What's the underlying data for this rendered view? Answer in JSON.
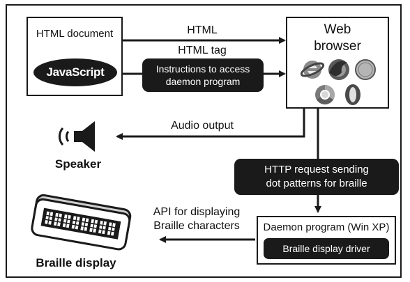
{
  "html_doc": {
    "title": "HTML document",
    "js_label": "JavaScript"
  },
  "browser": {
    "title_line1": "Web",
    "title_line2": "browser",
    "icons": [
      "ie-icon",
      "firefox-icon",
      "safari-icon",
      "chrome-icon",
      "opera-icon"
    ]
  },
  "edges": {
    "html": "HTML",
    "html_tag": "HTML tag",
    "instructions_line1": "Instructions to access",
    "instructions_line2": "daemon program",
    "audio": "Audio output",
    "http_line1": "HTTP request sending",
    "http_line2": "dot patterns for braille",
    "api_line1": "API for displaying",
    "api_line2": "Braille characters"
  },
  "speaker": {
    "label": "Speaker"
  },
  "braille_display": {
    "label": "Braille display"
  },
  "daemon": {
    "title": "Daemon program (Win XP)",
    "driver": "Braille display driver"
  }
}
